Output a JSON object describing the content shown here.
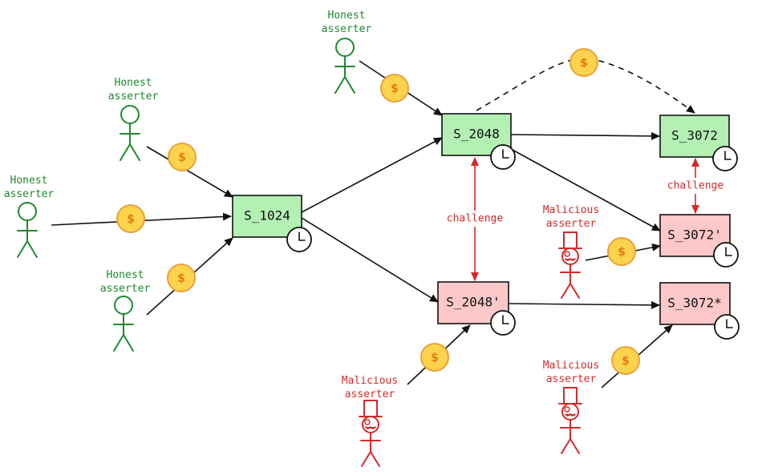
{
  "colors": {
    "honest": "#1e8a2e",
    "malicious": "#d42a2a",
    "honest_box_fill": "#b4f0b4",
    "malicious_box_fill": "#ffc8c8",
    "coin_fill": "#fcd34d",
    "coin_stroke": "#e8a13a",
    "coin_text": "#e07b12"
  },
  "icons": {
    "coin": "coin-icon",
    "clock": "clock-icon",
    "honest": "stick-figure-icon",
    "malicious": "top-hat-figure-icon"
  },
  "coin_symbol": "$",
  "nodes": [
    {
      "id": "s1024",
      "label": "S_1024",
      "kind": "honest"
    },
    {
      "id": "s2048",
      "label": "S_2048",
      "kind": "honest"
    },
    {
      "id": "s2048p",
      "label": "S_2048'",
      "kind": "malicious"
    },
    {
      "id": "s3072",
      "label": "S_3072",
      "kind": "honest"
    },
    {
      "id": "s3072p",
      "label": "S_3072'",
      "kind": "malicious"
    },
    {
      "id": "s3072s",
      "label": "S_3072*",
      "kind": "malicious"
    }
  ],
  "asserters": [
    {
      "id": "h1",
      "line1": "Honest",
      "line2": "asserter",
      "kind": "honest"
    },
    {
      "id": "h2",
      "line1": "Honest",
      "line2": "asserter",
      "kind": "honest"
    },
    {
      "id": "h3",
      "line1": "Honest",
      "line2": "asserter",
      "kind": "honest"
    },
    {
      "id": "h4",
      "line1": "Honest",
      "line2": "asserter",
      "kind": "honest"
    },
    {
      "id": "m1",
      "line1": "Malicious",
      "line2": "asserter",
      "kind": "malicious"
    },
    {
      "id": "m2",
      "line1": "Malicious",
      "line2": "asserter",
      "kind": "malicious"
    },
    {
      "id": "m3",
      "line1": "Malicious",
      "line2": "asserter",
      "kind": "malicious"
    }
  ],
  "challenges": [
    {
      "id": "c1",
      "label": "challenge",
      "between": [
        "S_2048",
        "S_2048'"
      ]
    },
    {
      "id": "c2",
      "label": "challenge",
      "between": [
        "S_3072",
        "S_3072'"
      ]
    }
  ]
}
